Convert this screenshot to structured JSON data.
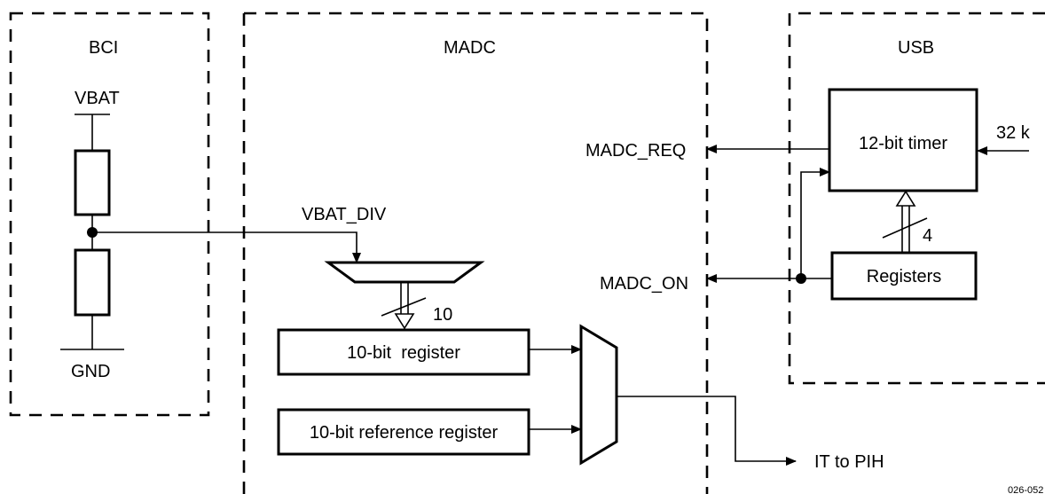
{
  "blocks": {
    "bci": "BCI",
    "madc": "MADC",
    "usb": "USB"
  },
  "signals": {
    "vbat": "VBAT",
    "gnd": "GND",
    "vbat_div": "VBAT_DIV",
    "madc_req": "MADC_REQ",
    "madc_on": "MADC_ON",
    "clock": "32 k",
    "output": "IT to PIH"
  },
  "components": {
    "timer": "12-bit timer",
    "registers": "Registers",
    "register_10bit": "10-bit  register",
    "reference_register": "10-bit reference register"
  },
  "bus_widths": {
    "adc_out": "10",
    "reg_to_timer": "4"
  },
  "figure_id": "026-052"
}
